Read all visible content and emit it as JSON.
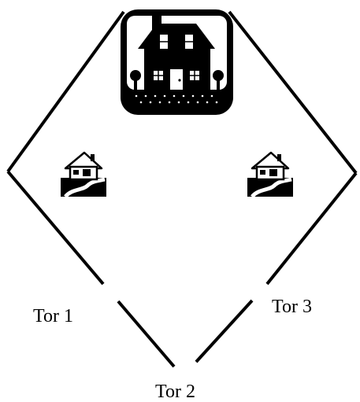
{
  "diagram": {
    "gates": [
      {
        "label": "Tor 1"
      },
      {
        "label": "Tor 2"
      },
      {
        "label": "Tor 3"
      }
    ],
    "nodes": {
      "top": {
        "icon": "large-house-icon"
      },
      "left": {
        "icon": "small-house-icon"
      },
      "right": {
        "icon": "small-house-icon"
      }
    },
    "colors": {
      "ink": "#000000",
      "background": "#ffffff"
    }
  }
}
